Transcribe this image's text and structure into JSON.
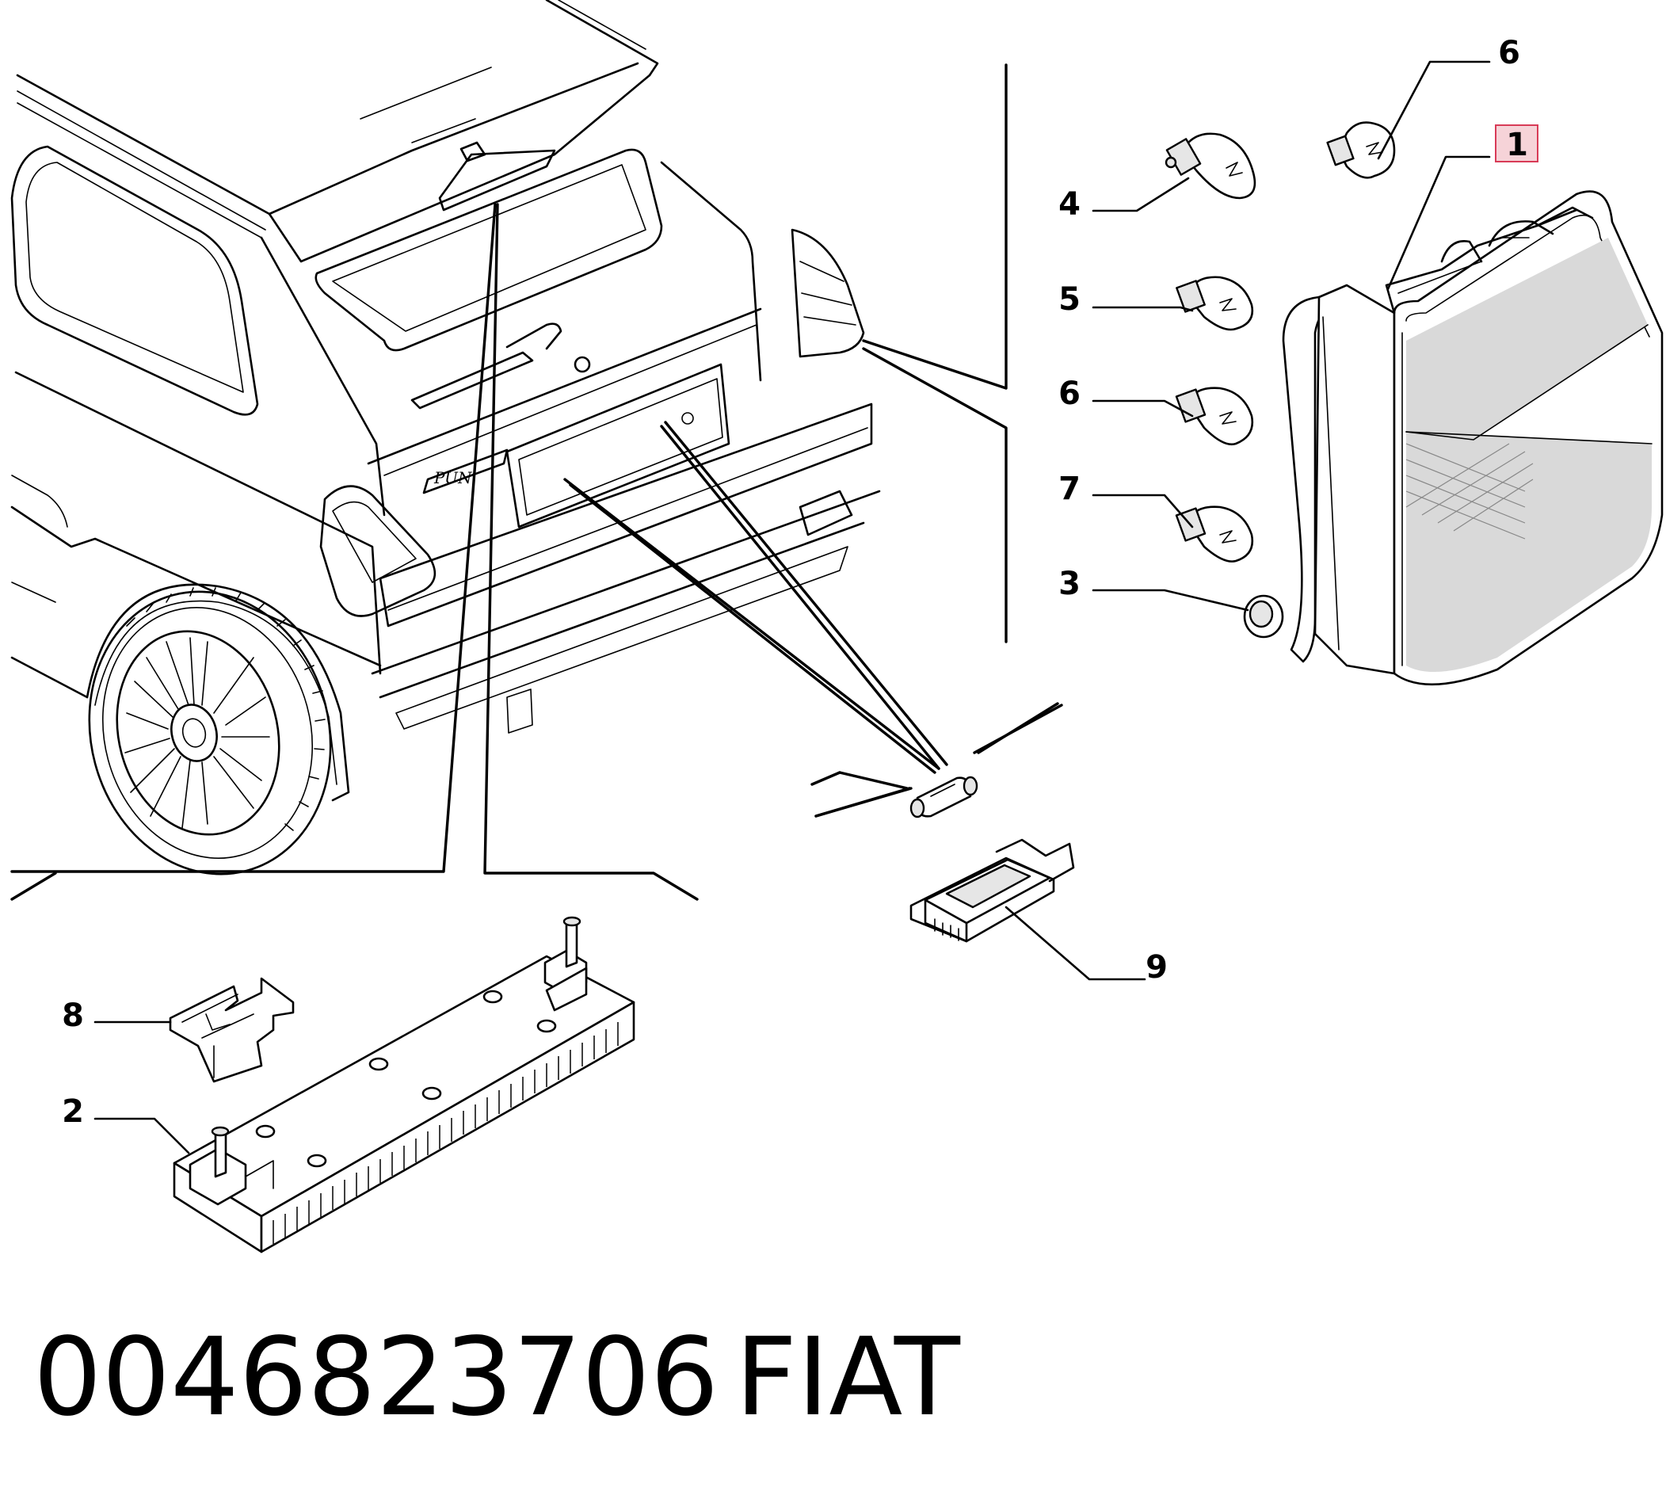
{
  "callouts": [
    {
      "id": "6a",
      "label": "6"
    },
    {
      "id": "1",
      "label": "1",
      "highlighted": true
    },
    {
      "id": "4",
      "label": "4"
    },
    {
      "id": "5",
      "label": "5"
    },
    {
      "id": "6b",
      "label": "6"
    },
    {
      "id": "7",
      "label": "7"
    },
    {
      "id": "3",
      "label": "3"
    },
    {
      "id": "9",
      "label": "9"
    },
    {
      "id": "8",
      "label": "8"
    },
    {
      "id": "2",
      "label": "2"
    }
  ],
  "caption": {
    "part_number": "0046823706",
    "brand": "FIAT"
  },
  "colors": {
    "line": "#000000",
    "highlight_fill": "#f6d3d8",
    "highlight_stroke": "#d83b57"
  }
}
